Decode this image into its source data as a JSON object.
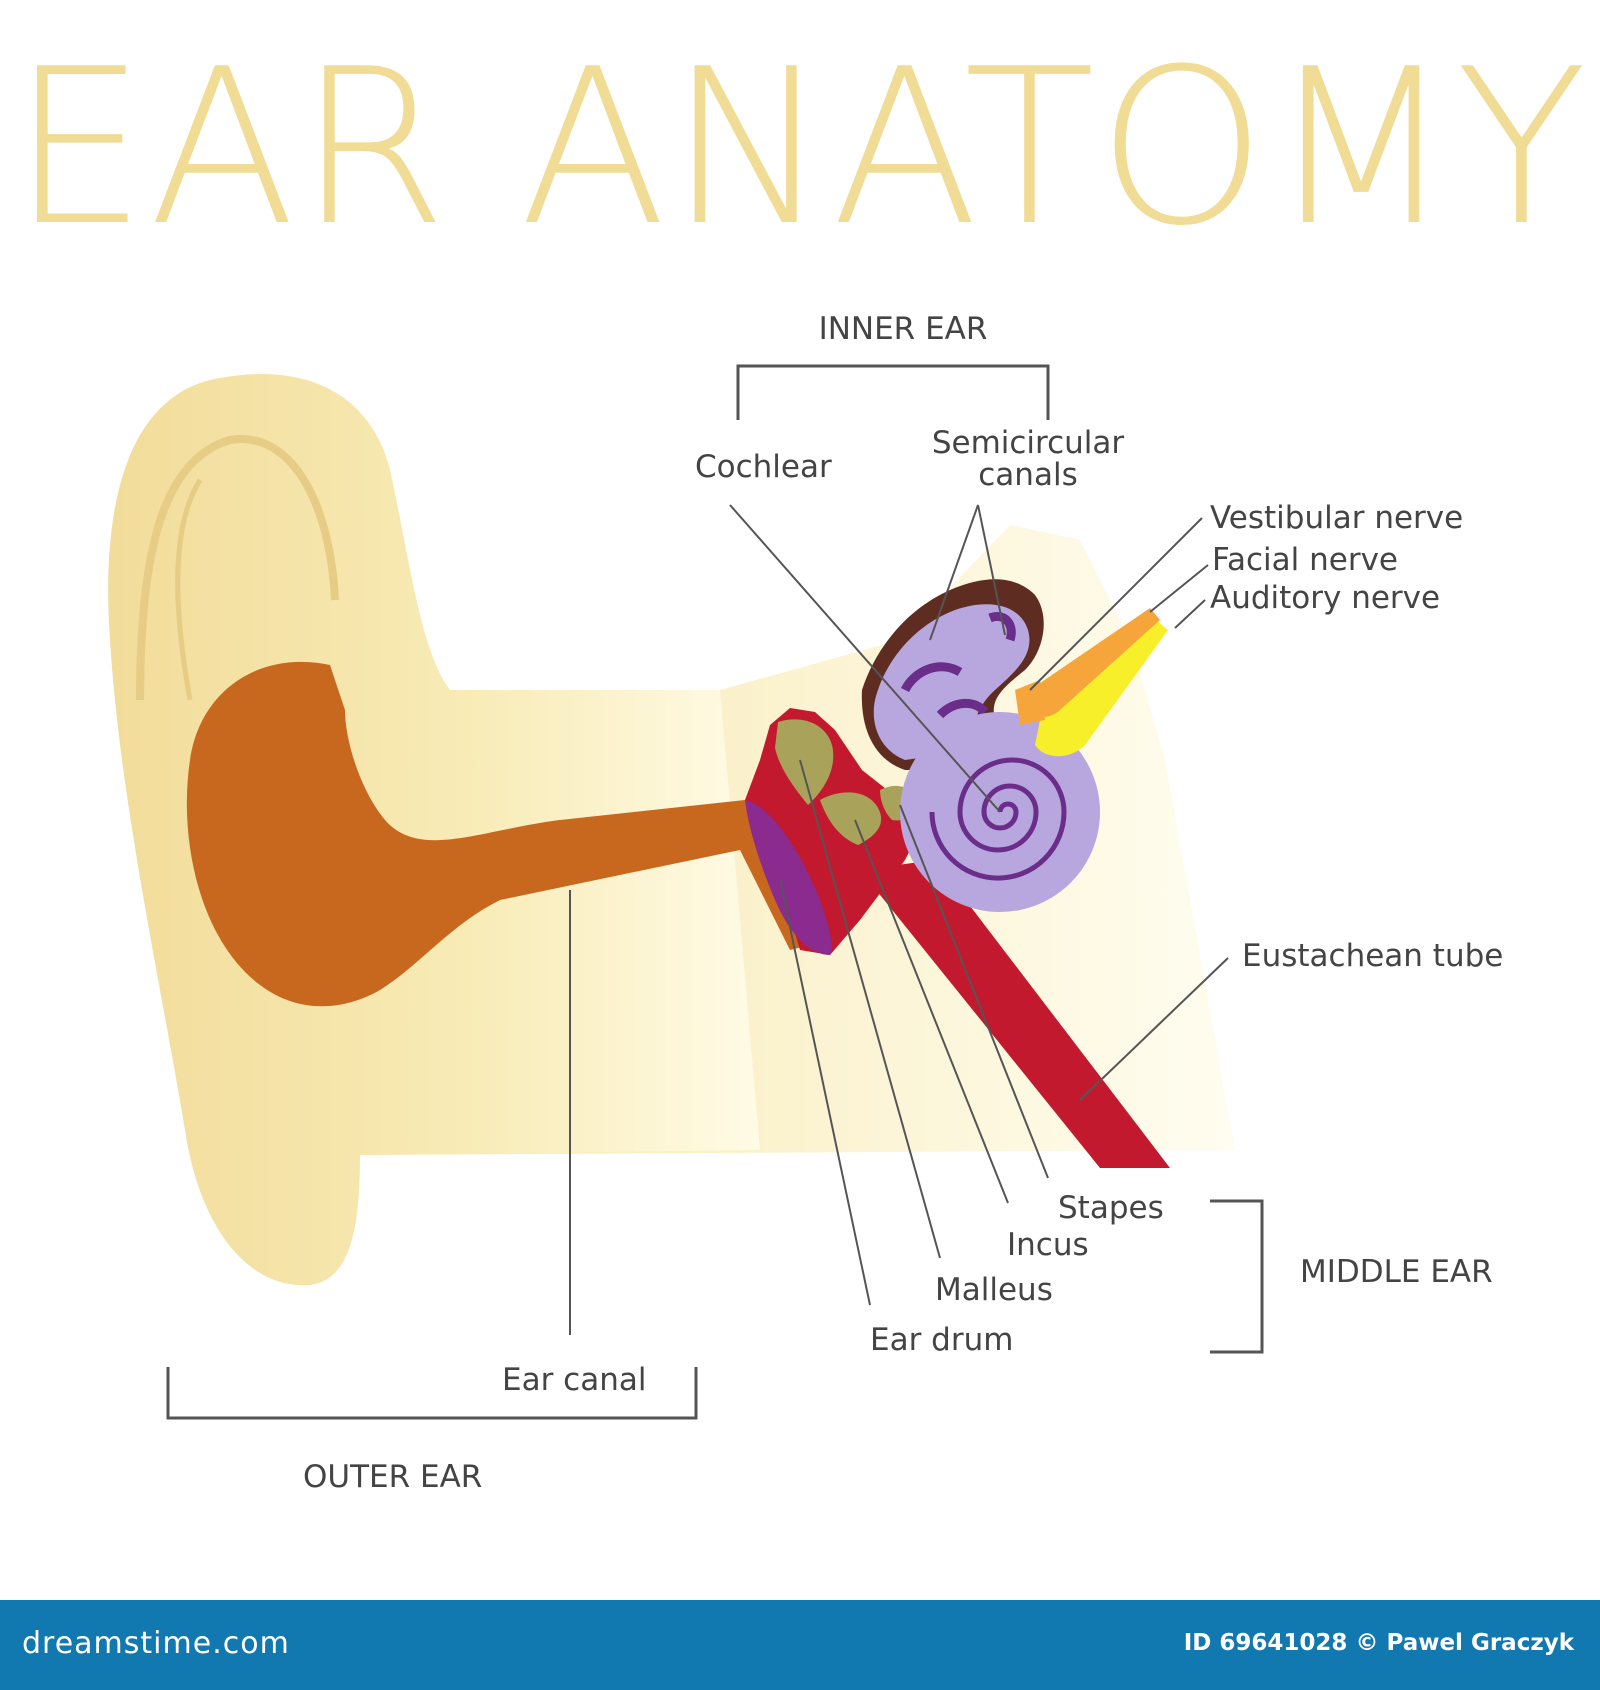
{
  "title": "EAR ANATOMY",
  "labels": {
    "inner_ear": "INNER EAR",
    "cochlear": "Cochlear",
    "semicircular_1": "Semicircular",
    "semicircular_2": "canals",
    "vestibular_nerve": "Vestibular nerve",
    "facial_nerve": "Facial nerve",
    "auditory_nerve": "Auditory nerve",
    "eustachean_tube": "Eustachean tube",
    "stapes": "Stapes",
    "incus": "Incus",
    "malleus": "Malleus",
    "ear_drum": "Ear drum",
    "middle_ear": "MIDDLE EAR",
    "ear_canal": "Ear canal",
    "outer_ear": "OUTER EAR"
  },
  "footer": {
    "logo": "dreamstime.com",
    "credit": "ID 69641028 © Pawel Graczyk"
  },
  "colors": {
    "title": "#f1dc96",
    "skin": "#f3dfa0",
    "skin_light": "#fbf1c4",
    "canal": "#c8681f",
    "ear_drum": "#8b2a8f",
    "middle_ear": "#c3192e",
    "ossicles": "#a9a25a",
    "inner_ear": "#b7a7de",
    "inner_ear_outline": "#5e2c20",
    "facial_nerve": "#f6a53a",
    "auditory_nerve": "#f7ef2a",
    "leader": "#555555",
    "footer_bg": "#1178b0"
  }
}
